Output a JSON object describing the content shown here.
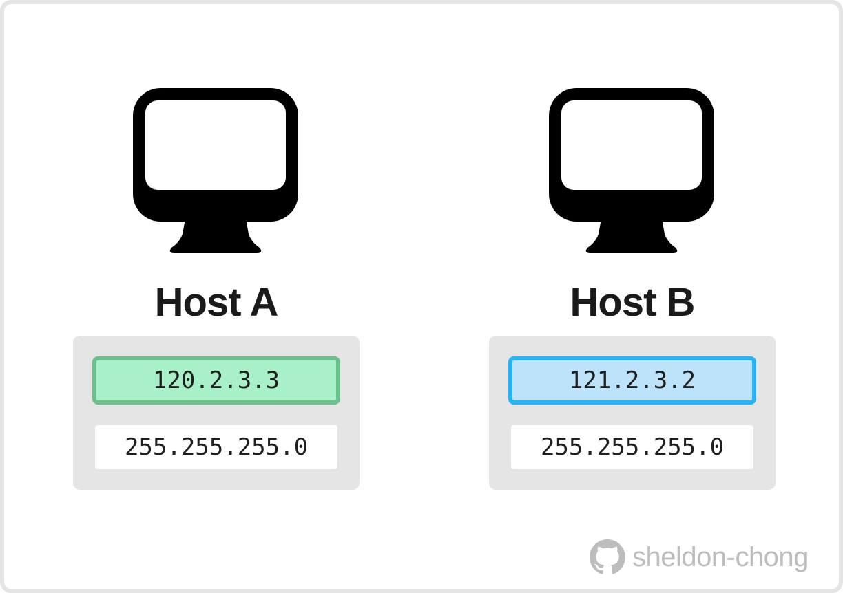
{
  "hosts": [
    {
      "name": "Host A",
      "ip": "120.2.3.3",
      "mask": "255.255.255.0",
      "ip_fill": "#a8f0c8",
      "ip_border": "#6cc08c",
      "icon": "monitor-icon"
    },
    {
      "name": "Host B",
      "ip": "121.2.3.2",
      "mask": "255.255.255.0",
      "ip_fill": "#bde3fb",
      "ip_border": "#26b4f7",
      "icon": "monitor-icon"
    }
  ],
  "watermark": {
    "icon": "github-icon",
    "text": "sheldon-chong"
  },
  "colors": {
    "card_background": "#e5e5e5",
    "frame_border": "#e5e5e5",
    "watermark": "#bdbdbd"
  }
}
